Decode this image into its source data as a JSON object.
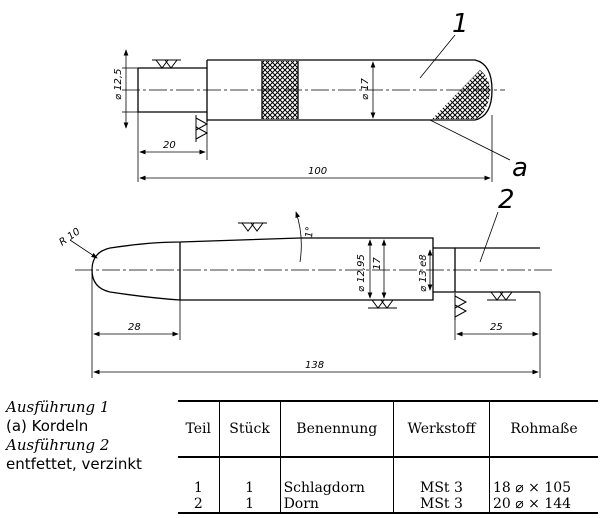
{
  "drawing": {
    "callouts": {
      "part1": "1",
      "part2": "2",
      "detail_a": "a"
    },
    "part1_dims": {
      "shank_dia": "⌀ 12,5",
      "body_dia": "⌀ 17",
      "shank_len": "20",
      "total_len": "100"
    },
    "part2_dims": {
      "tip_radius": "R 10",
      "taper_angle": "1°",
      "body_dia": "⌀ 12,95",
      "body_dia_plain": "17",
      "shank_dia": "⌀ 13 e8",
      "tip_len": "28",
      "shank_len": "25",
      "total_len": "138"
    }
  },
  "notes": {
    "variant1_title": "Ausführung 1",
    "variant1_text": "(a)  Kordeln",
    "variant2_title": "Ausführung 2",
    "variant2_text": "entfettet, verzinkt"
  },
  "table": {
    "headers": [
      "Teil",
      "Stück",
      "Benennung",
      "Werkstoff",
      "Rohmaße"
    ],
    "rows": [
      [
        "1",
        "1",
        "Schlagdorn",
        "MSt 3",
        "18 ⌀ × 105"
      ],
      [
        "2",
        "1",
        "Dorn",
        "MSt 3",
        "20 ⌀ × 144"
      ]
    ]
  }
}
